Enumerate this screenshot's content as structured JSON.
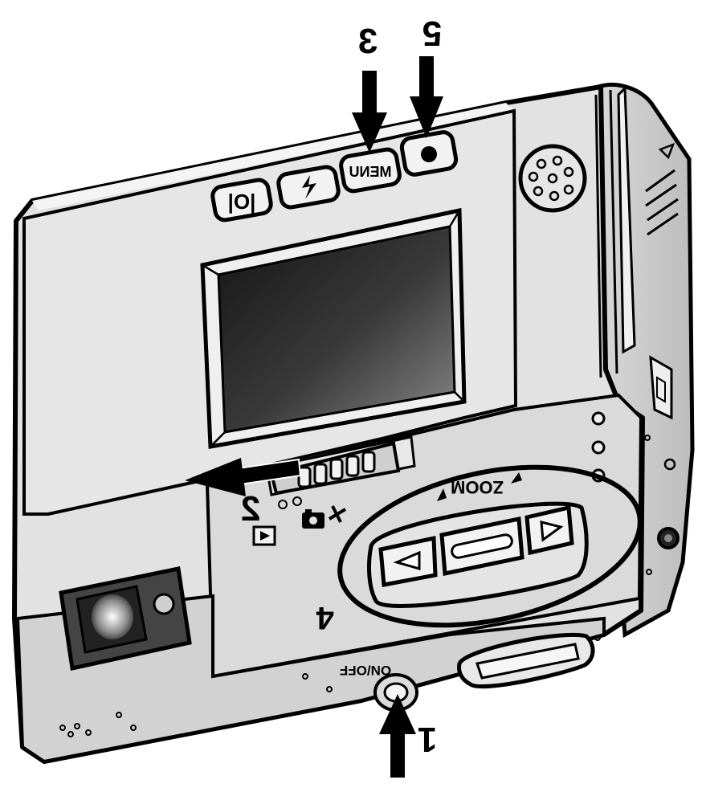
{
  "callouts": [
    {
      "number": "3"
    },
    {
      "number": "5"
    },
    {
      "number": "2"
    },
    {
      "number": "4"
    },
    {
      "number": "1"
    }
  ],
  "buttons": {
    "display": "|O|",
    "menu": "MENU"
  },
  "labels": {
    "zoom": "ZOOM",
    "power": "ON/OFF"
  },
  "colors": {
    "body": "#e2e2e2",
    "body_side": "#cdcdcd",
    "outline": "#000000",
    "lcd_dark": "#1c1c1c",
    "lcd_light": "#6e6e6e"
  },
  "icons": [
    "playback-icon",
    "camera-icon",
    "flash-icon",
    "record-icon",
    "speaker-icon"
  ]
}
